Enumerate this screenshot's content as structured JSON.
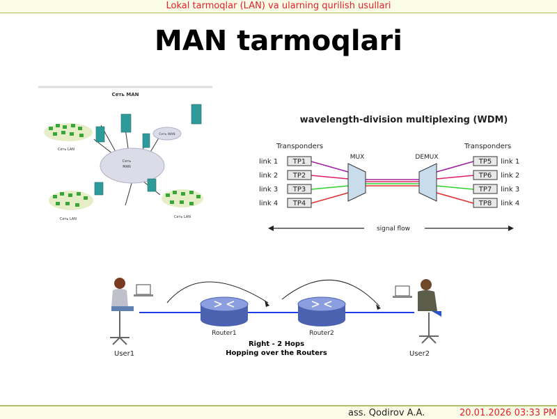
{
  "header": {
    "title": "Lokal tarmoqlar (LAN) va ularning qurilish usullari"
  },
  "slide": {
    "title": "MAN tarmoqlari"
  },
  "man_diagram": {
    "title": "Сеть MAN",
    "center_label_line1": "Сеть",
    "center_label_line2": "MAN",
    "wan_label": "Сеть WAN",
    "lan_label": "Сеть LAN"
  },
  "wdm_diagram": {
    "title": "wavelength-division multiplexing (WDM)",
    "left_group": "Transponders",
    "right_group": "Transponders",
    "mux": "MUX",
    "demux": "DEMUX",
    "left_tps": [
      "TP1",
      "TP2",
      "TP3",
      "TP4"
    ],
    "right_tps": [
      "TP5",
      "TP6",
      "TP7",
      "TP8"
    ],
    "links": [
      "link 1",
      "link 2",
      "link 3",
      "link 4"
    ],
    "signal_flow": "signal flow",
    "colors": [
      "#a020a0",
      "#e0206a",
      "#30d030",
      "#e03030"
    ]
  },
  "routing_diagram": {
    "user1": "User1",
    "user2": "User2",
    "router1": "Router1",
    "router2": "Router2",
    "caption_line1": "Right  -  2 Hops",
    "caption_line2": "Hopping over the Routers"
  },
  "footer": {
    "author": "ass. Qodirov A.A.",
    "date": "20.01.2026 03:33 PM"
  }
}
